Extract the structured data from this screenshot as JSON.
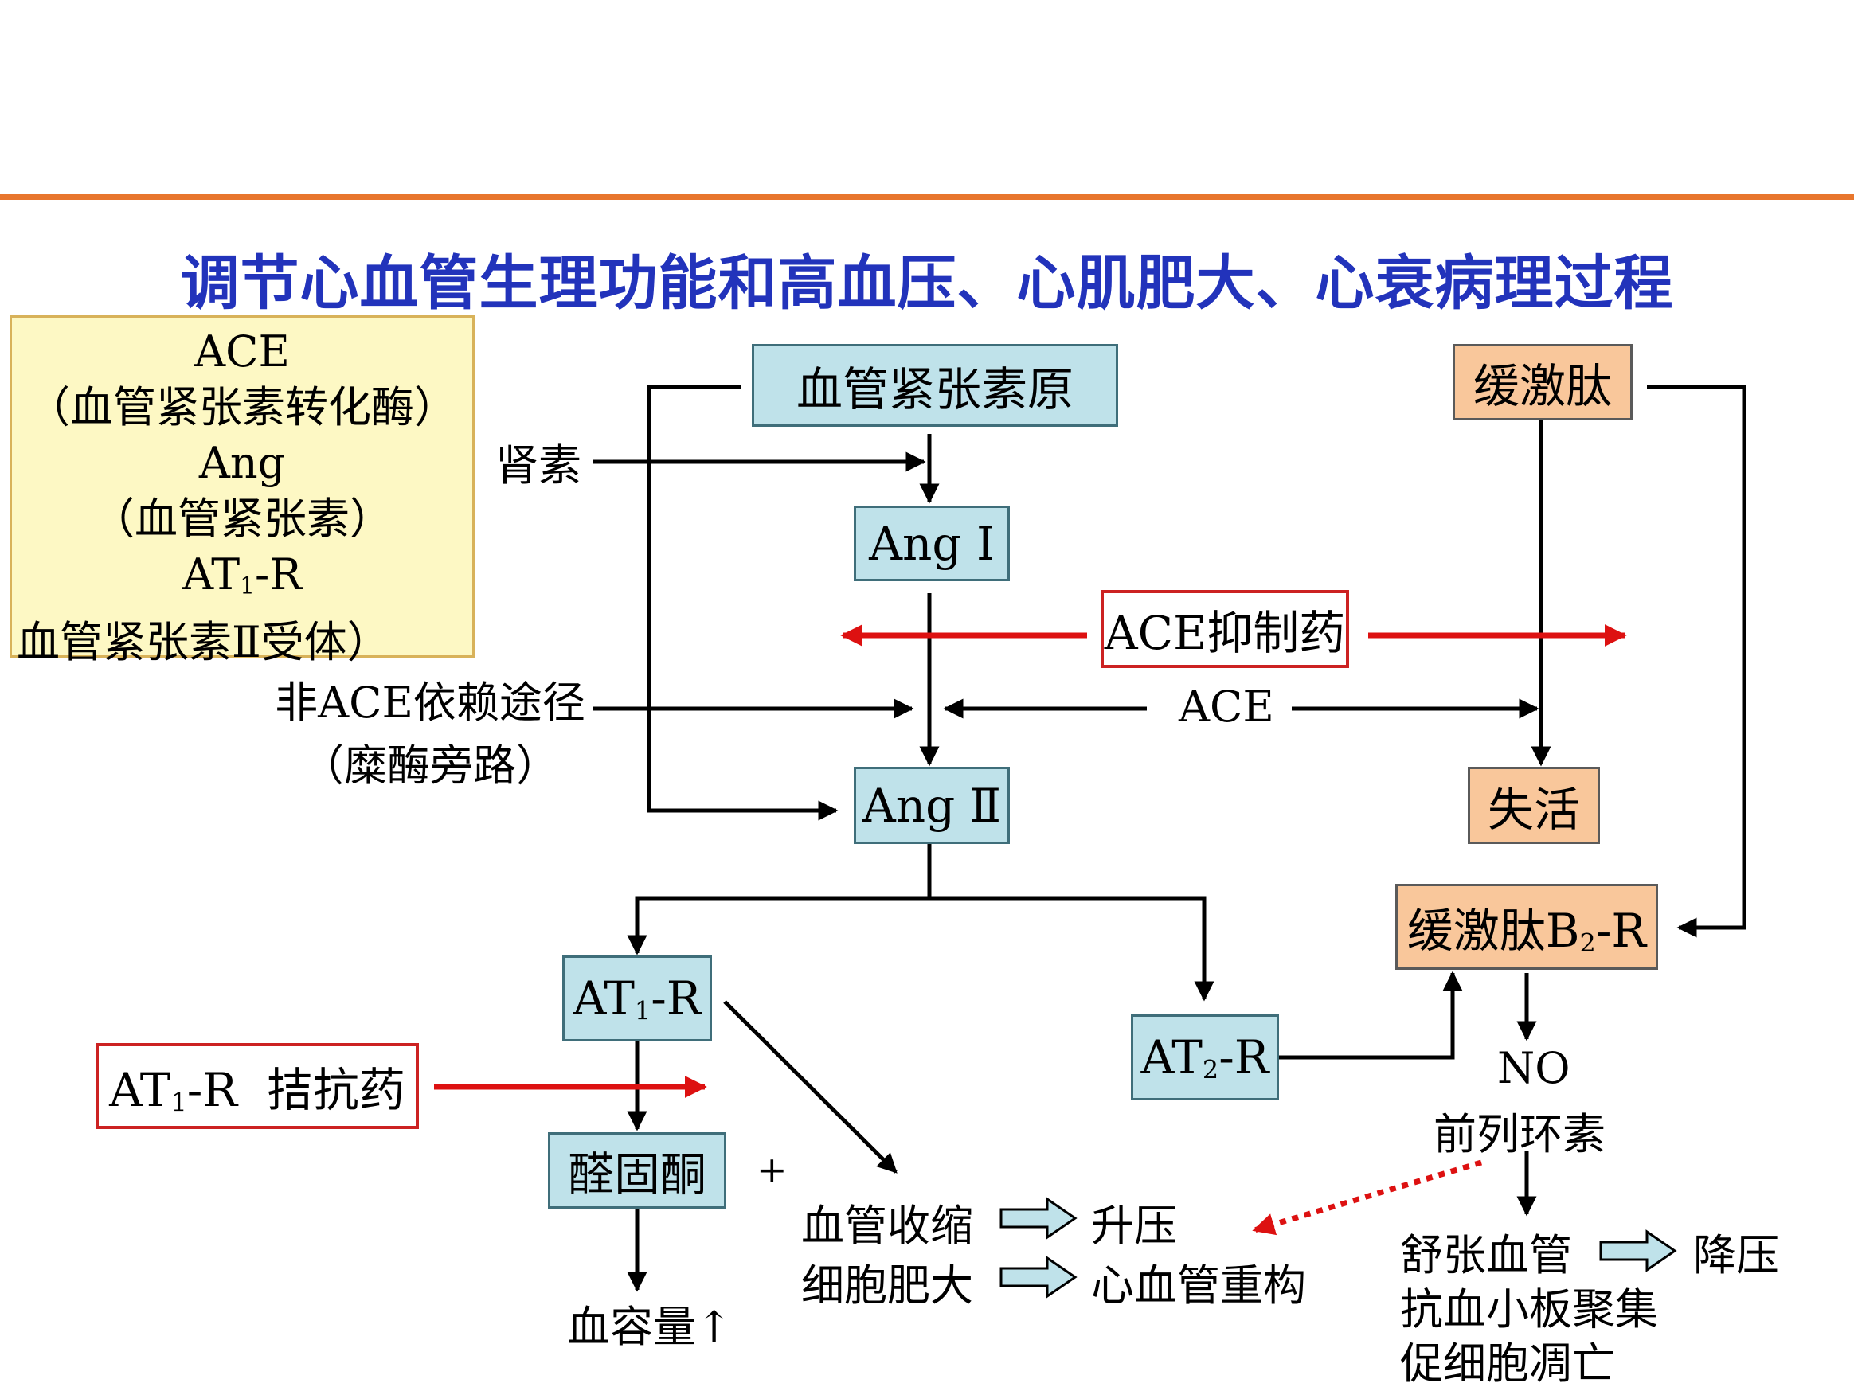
{
  "title": "调节心血管生理功能和高血压、心肌肥大、心衰病理过程",
  "legend": {
    "line1": "ACE",
    "line2": "（血管紧张素转化酶）",
    "line3": "Ang",
    "line4": "（血管紧张素）",
    "line5_main": "AT",
    "line5_sub": "1",
    "line5_end": "-R",
    "line6": "血管紧张素Ⅱ受体）"
  },
  "nodes": {
    "angiotensinogen": "血管紧张素原",
    "renin": "肾素",
    "ang1": "Ang Ⅰ",
    "ace_inhibitor": "ACE抑制药",
    "non_ace_line1": "非ACE依赖途径",
    "non_ace_line2": "（糜酶旁路）",
    "ace": "ACE",
    "ang2": "Ang Ⅱ",
    "bradykinin": "缓激肽",
    "inactive": "失活",
    "b2r_main": "缓激肽B",
    "b2r_sub": "2",
    "b2r_end": "-R",
    "at1r_main": "AT",
    "at1r_sub": "1",
    "at1r_end": "-R",
    "at2r_main": "AT",
    "at2r_sub": "2",
    "at2r_end": "-R",
    "at1r_antag_main": "AT",
    "at1r_antag_sub": "1",
    "at1r_antag_end": "-R  拮抗药",
    "aldosterone": "醛固酮",
    "plus": "+",
    "blood_volume": "血容量↑",
    "vasoconstriction": "血管收缩",
    "raise_bp": "升压",
    "cell_hypertrophy": "细胞肥大",
    "remodeling": "心血管重构",
    "no": "NO",
    "prostacyclin": "前列环素",
    "vasodilation": "舒张血管",
    "lower_bp": "降压",
    "antiplatelet": "抗血小板聚集",
    "apoptosis": "促细胞凋亡"
  },
  "colors": {
    "accent_line": "#e8762d",
    "title": "#2233bb",
    "blue_box": "#bfe2ea",
    "orange_box": "#f9c79b",
    "legend_bg": "#fdf8c4",
    "inhibit_red": "#dd1111"
  }
}
